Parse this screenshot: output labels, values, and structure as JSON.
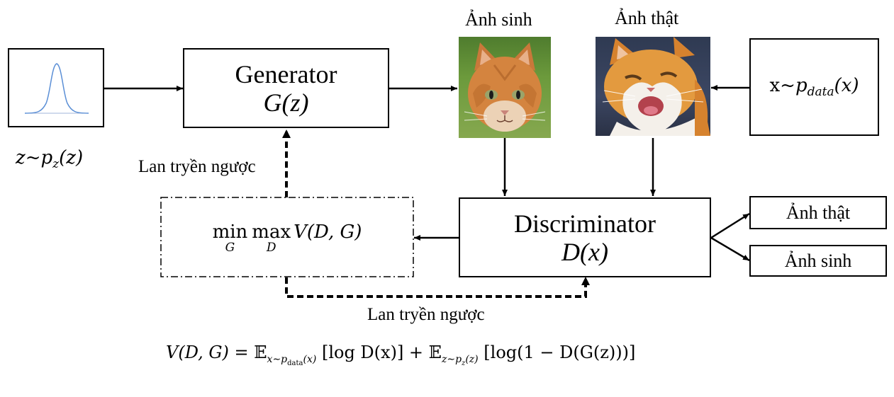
{
  "noise": {
    "label_main": "z",
    "label_tilde": "~",
    "label_p": "p",
    "label_sub": "z",
    "label_arg": "(z)"
  },
  "generator": {
    "title": "Generator",
    "formula": "G(z)"
  },
  "generated_image": {
    "caption": "Ảnh sinh"
  },
  "real_image": {
    "caption": "Ảnh thật"
  },
  "data_source": {
    "label_x": "x",
    "label_tilde": "~",
    "label_p": "p",
    "label_sub": "data",
    "label_arg": "(x)"
  },
  "objective": {
    "min_label": "min",
    "min_sub": "G",
    "max_label": "max",
    "max_sub": "D",
    "value_fn": "V(D, G)"
  },
  "discriminator": {
    "title": "Discriminator",
    "formula": "D(x)"
  },
  "outputs": {
    "real": "Ảnh thật",
    "fake": "Ảnh sinh"
  },
  "backprop": {
    "label_top": "Lan tryền ngược",
    "label_bottom": "Lan tryền ngược"
  },
  "loss_formula": {
    "lhs": "V(D, G) = ",
    "e1": "𝔼",
    "e1_sub": "x∼p",
    "e1_sub2": "data",
    "e1_sub3": "(x)",
    "term1": "[log D(x)] + ",
    "e2": "𝔼",
    "e2_sub": "z∼p",
    "e2_sub2": "z",
    "e2_sub3": "(z)",
    "term2": "[log(1 − D(G(z)))]"
  },
  "colors": {
    "gaussian_curve": "#5b8fd6",
    "gaussian_axis": "#a0b4d8"
  }
}
